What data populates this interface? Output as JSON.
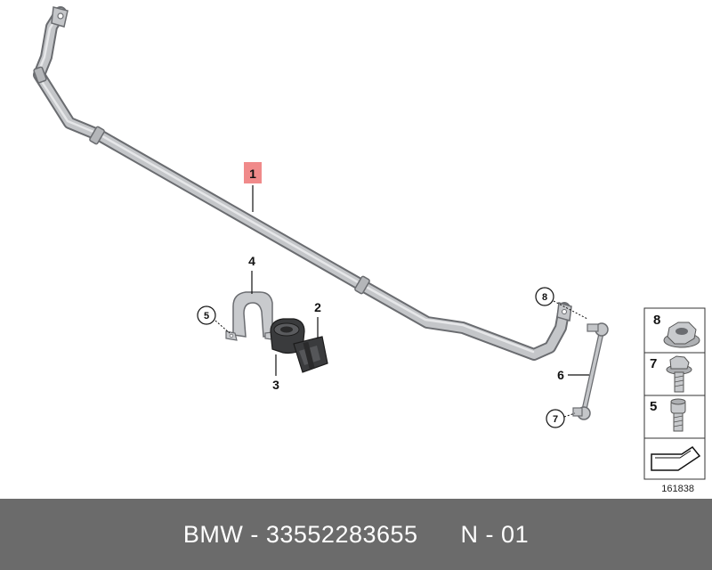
{
  "callouts": {
    "p1": "1",
    "p2": "2",
    "p3": "3",
    "p4": "4",
    "p5": "5",
    "p6": "6",
    "p7": "7",
    "p8": "8"
  },
  "hardware_legend": [
    {
      "label": "8",
      "icon": "flange-nut-icon"
    },
    {
      "label": "7",
      "icon": "hex-flange-bolt-icon"
    },
    {
      "label": "5",
      "icon": "socket-head-screw-icon"
    }
  ],
  "diagram_id": "161838",
  "footer": {
    "brand": "BMW",
    "part_number": "33552283655",
    "revision": "N - 01",
    "text": "BMW - 33552283655      N - 01"
  },
  "colors": {
    "bar_fill": "#c4c6c9",
    "bar_outline": "#6a6c70",
    "highlight": "#f08a8a",
    "footer_bg": "#6b6b6b"
  }
}
